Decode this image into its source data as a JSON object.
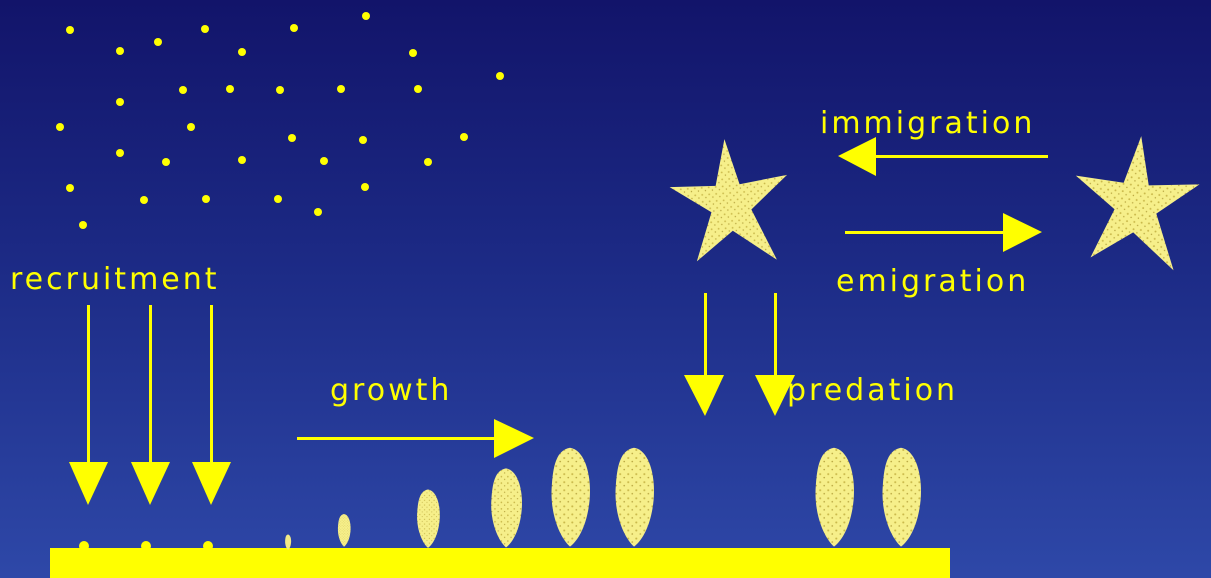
{
  "labels": {
    "recruitment": "recruitment",
    "growth": "growth",
    "predation": "predation",
    "immigration": "immigration",
    "emigration": "emigration"
  },
  "colors": {
    "accent": "#ffff00",
    "organism_fill": "#f6ef8a",
    "organism_dots": "#c9b84a",
    "background_top": "#12146a",
    "background_bottom": "#2e48a8"
  },
  "icons": {
    "larva": "dot",
    "barnacle": "teardrop-shell",
    "predator": "starfish"
  }
}
